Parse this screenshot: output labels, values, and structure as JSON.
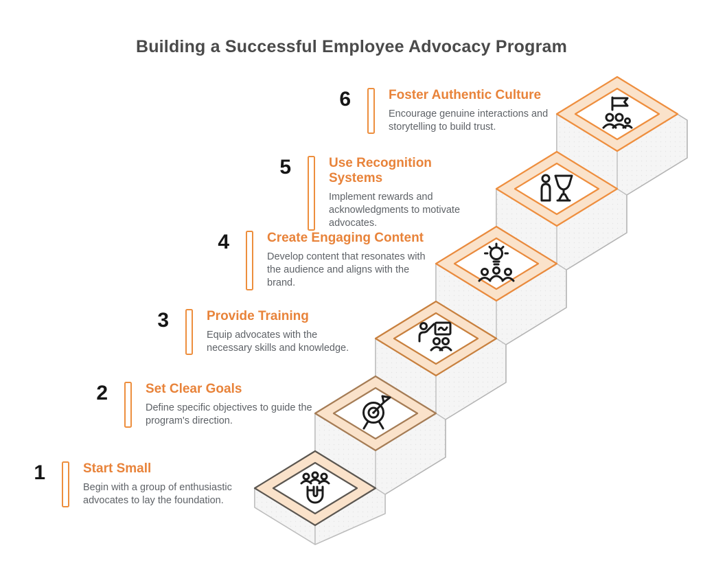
{
  "page_title": "Building a Successful Employee Advocacy Program",
  "colors": {
    "accent_orange": "#E8873C",
    "step_title_text": "#E8833A",
    "description_text": "#5E6267",
    "number_text": "#161616",
    "heading_text": "#4A4A4A",
    "diamond_band": "#FAE2CA",
    "slab_fill": "#F5F5F5",
    "slab_outline": "#B3B3B3",
    "icon_stroke": "#1B1B1B",
    "diamond_stroke_step1": "#5B5650",
    "diamond_stroke_step2": "#A57C55",
    "diamond_stroke_step3": "#C8803E",
    "diamond_stroke_step4": "#E98A3D",
    "diamond_stroke_step5": "#EE8E3E",
    "diamond_stroke_step6": "#EE8E3E"
  },
  "steps": [
    {
      "number": "1",
      "title": "Start Small",
      "description": "Begin with a group of enthusiastic advocates to lay the foundation.",
      "icon": "magnet-icon"
    },
    {
      "number": "2",
      "title": "Set Clear Goals",
      "description": "Define specific objectives to guide the program's direction.",
      "icon": "target-icon"
    },
    {
      "number": "3",
      "title": "Provide Training",
      "description": "Equip advocates with the necessary skills and knowledge.",
      "icon": "training-icon"
    },
    {
      "number": "4",
      "title": "Create Engaging Content",
      "description": "Develop content that resonates with the audience and aligns with the brand.",
      "icon": "lightbulb-people-icon"
    },
    {
      "number": "5",
      "title": "Use Recognition Systems",
      "description": "Implement rewards and acknowledgments to motivate advocates.",
      "icon": "trophy-person-icon"
    },
    {
      "number": "6",
      "title": "Foster Authentic Culture",
      "description": "Encourage genuine interactions and storytelling to build trust.",
      "icon": "flag-people-icon"
    }
  ]
}
